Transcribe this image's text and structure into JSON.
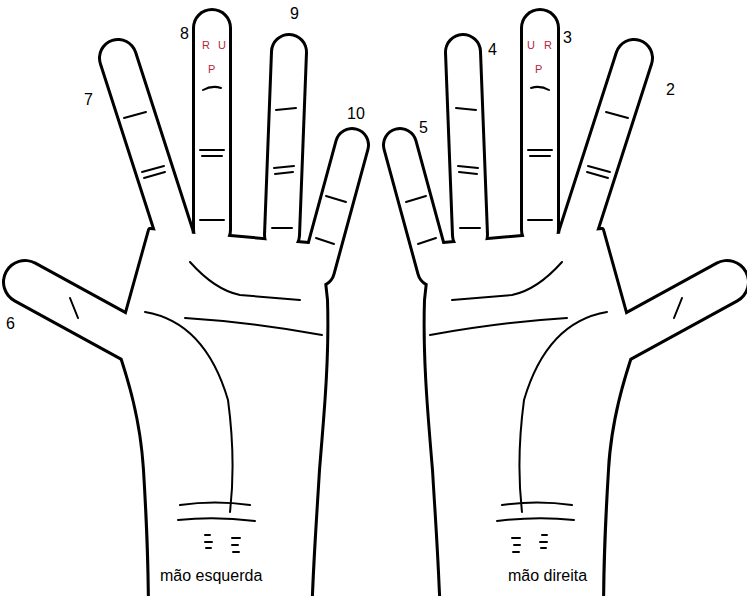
{
  "diagram": {
    "labels": [
      "8",
      "R",
      "U",
      "9",
      "P",
      "7",
      "10",
      "6",
      "mão esquerda",
      "4",
      "U",
      "R",
      "3",
      "P",
      "2",
      "5",
      "mão direita"
    ]
  }
}
